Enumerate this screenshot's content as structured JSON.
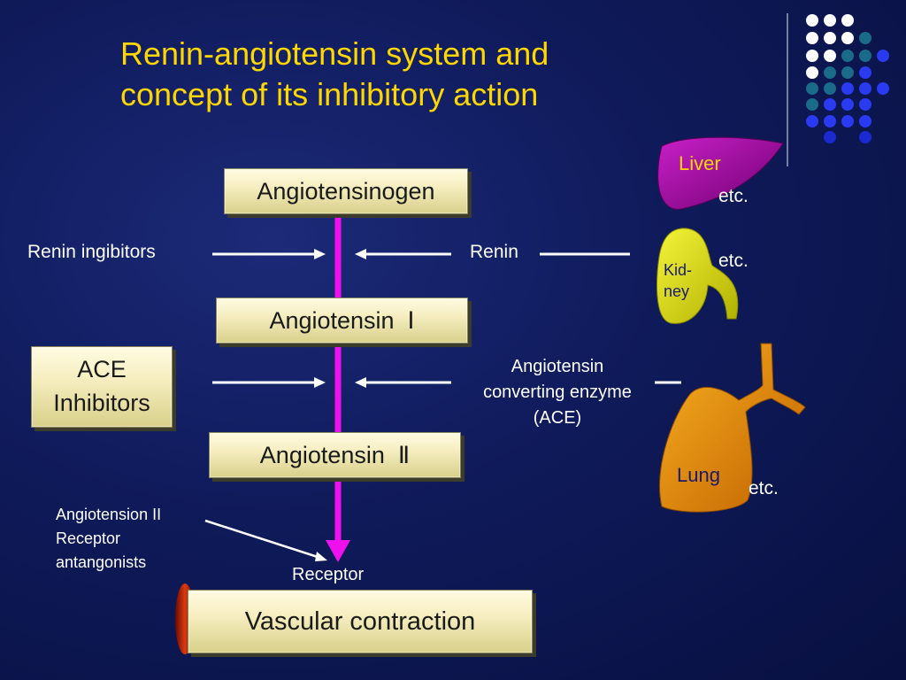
{
  "title": {
    "line1": "Renin-angiotensin system and",
    "line2": "concept of its inhibitory action"
  },
  "pathway": {
    "angiotensinogen": "Angiotensinogen",
    "angiotensin_1": "Angiotensin  Ⅰ",
    "angiotensin_2": "Angiotensin  Ⅱ",
    "vascular_contraction": "Vascular contraction",
    "receptor": "Receptor"
  },
  "inhibitors": {
    "renin_inhibitors": "Renin ingibitors",
    "ace_inhibitors_line1": "ACE",
    "ace_inhibitors_line2": "Inhibitors",
    "arb_line1": "Angiotension II",
    "arb_line2": "Receptor",
    "arb_line3": "antangonists"
  },
  "enzymes": {
    "renin": "Renin",
    "ace_line1": "Angiotensin",
    "ace_line2": "converting enzyme",
    "ace_line3": "(ACE)"
  },
  "organs": {
    "liver": "Liver",
    "kidney_line1": "Kid-",
    "kidney_line2": "ney",
    "lung": "Lung",
    "etc": "etc."
  },
  "colors": {
    "title": "#ffd700",
    "pathway_line": "#ee11ee",
    "liver": "#b010b0",
    "kidney": "#e8e820",
    "lung": "#f0a000"
  }
}
